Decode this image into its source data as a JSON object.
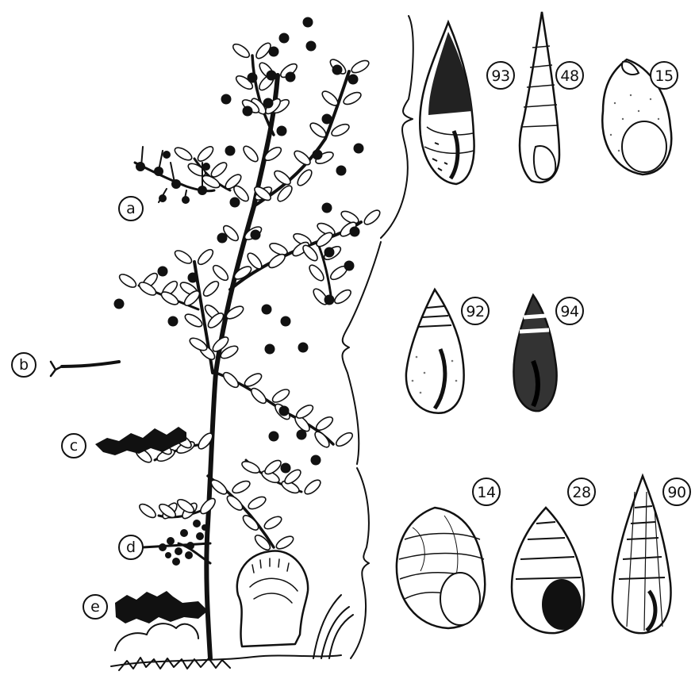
{
  "ink_color": "#111111",
  "paper_color": "#ffffff",
  "seaweed_labels": [
    "a",
    "b",
    "c",
    "d",
    "e"
  ],
  "shell_groups": [
    {
      "ids": [
        "93",
        "48",
        "15"
      ]
    },
    {
      "ids": [
        "92",
        "94"
      ]
    },
    {
      "ids": [
        "14",
        "28",
        "90"
      ]
    }
  ]
}
